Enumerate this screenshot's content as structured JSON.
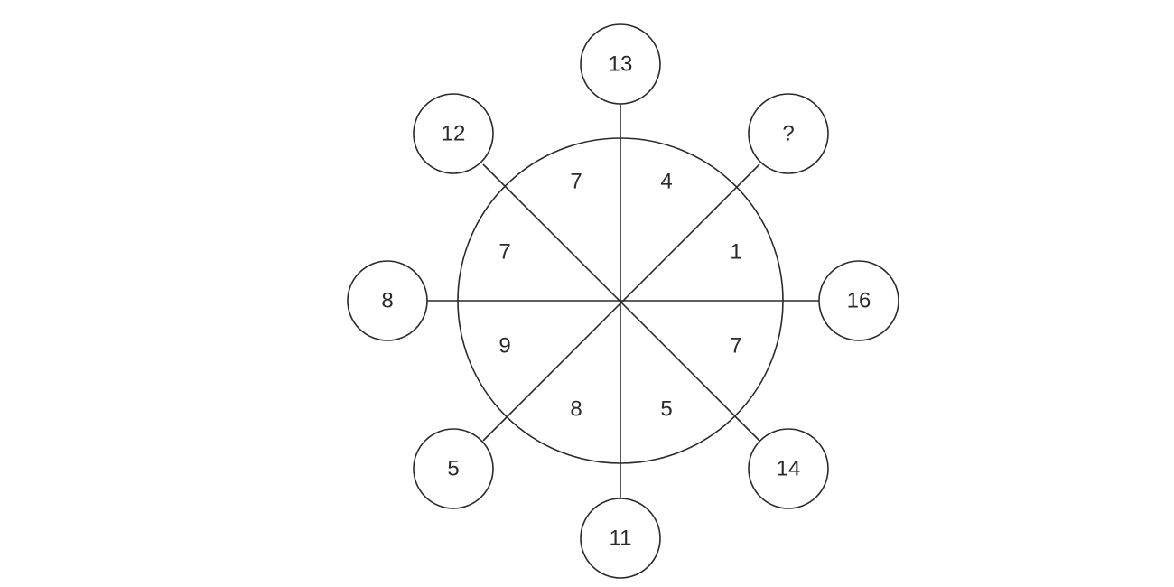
{
  "puzzle": {
    "outer": {
      "top": "13",
      "top_right": "?",
      "right": "16",
      "bottom_right": "14",
      "bottom": "11",
      "bottom_left": "5",
      "left": "8",
      "top_left": "12"
    },
    "segments": {
      "top_right_upper": "4",
      "top_right_lower": "1",
      "bottom_right_upper": "7",
      "bottom_right_lower": "5",
      "bottom_left_lower": "8",
      "bottom_left_upper": "9",
      "top_left_lower": "7",
      "top_left_upper": "7"
    }
  }
}
